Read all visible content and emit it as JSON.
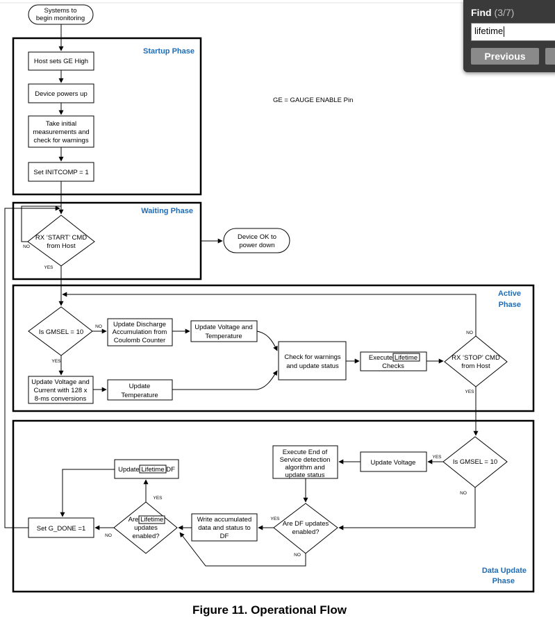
{
  "find_bar": {
    "title": "Find",
    "count": "(3/7)",
    "query": "lifetime",
    "previous_label": "Previous"
  },
  "diagram": {
    "caption": "Figure 11.  Operational Flow",
    "note": "GE =  GAUGE ENABLE Pin",
    "phases": {
      "startup": "Startup Phase",
      "waiting": "Waiting Phase",
      "active": [
        "Active",
        "Phase"
      ],
      "data_update": [
        "Data Update",
        "Phase"
      ]
    },
    "nodes": {
      "start": [
        "Systems to",
        "begin monitoring"
      ],
      "host_ge_high": [
        "Host sets GE High"
      ],
      "device_powers_up": [
        "Device powers up"
      ],
      "initial_measurements": [
        "Take initial",
        "measurements and",
        "check for warnings"
      ],
      "set_initcomp": [
        "Set INITCOMP = 1"
      ],
      "rx_start": [
        "RX ‘START’ CMD",
        "from Host"
      ],
      "device_ok": [
        "Device OK to",
        "power down"
      ],
      "is_gmsel_active": [
        "Is GMSEL = 10"
      ],
      "update_discharge": [
        "Update Discharge",
        "Accumulation from",
        "Coulomb Counter"
      ],
      "update_vt_active": [
        "Update Voltage and",
        "Temperature"
      ],
      "update_vc_128": [
        "Update Voltage and",
        "Current with 128 x",
        "8-ms conversions"
      ],
      "update_temperature": [
        "Update",
        "Temperature"
      ],
      "check_warnings": [
        "Check for warnings",
        "and update status"
      ],
      "execute_lifetime_checks": [
        "Execute Lifetime",
        "Checks"
      ],
      "rx_stop": [
        "RX ‘STOP’ CMD",
        "from Host"
      ],
      "is_gmsel_data": [
        "Is GMSEL = 10"
      ],
      "update_voltage": [
        "Update Voltage"
      ],
      "execute_eos": [
        "Execute End of",
        "Service detection",
        "algorithm and",
        "update status"
      ],
      "are_df_updates": [
        "Are DF updates",
        "enabled?"
      ],
      "write_accumulated": [
        "Write accumulated",
        "data and status to",
        "DF"
      ],
      "are_lifetime_updates": [
        "Are Lifetime",
        "updates",
        "enabled?"
      ],
      "update_lifetime_df": [
        "Update Lifetime DF"
      ],
      "set_g_done": [
        "Set G_DONE =1"
      ]
    },
    "edge_labels": {
      "yes": "YES",
      "no": "NO"
    },
    "highlight_term": "Lifetime"
  }
}
